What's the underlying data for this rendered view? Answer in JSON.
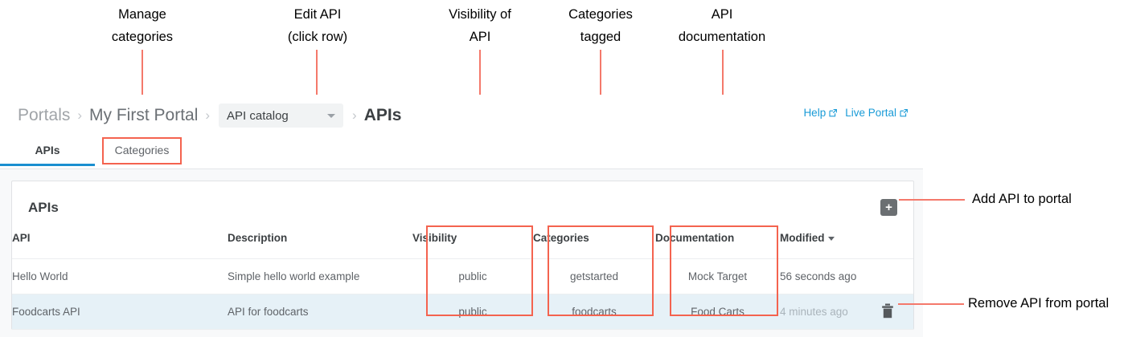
{
  "annotations": {
    "top": [
      {
        "id": "manage-categories",
        "text": "Manage\ncategories"
      },
      {
        "id": "edit-api",
        "text": "Edit API\n(click row)"
      },
      {
        "id": "visibility-of-api",
        "text": "Visibility of\nAPI"
      },
      {
        "id": "categories-tagged",
        "text": "Categories\ntagged"
      },
      {
        "id": "api-documentation",
        "text": "API\ndocumentation"
      }
    ],
    "right": [
      {
        "id": "add-api-to-portal",
        "text": "Add API to portal"
      },
      {
        "id": "remove-api-from-portal",
        "text": "Remove API from portal"
      }
    ],
    "accent_color": "#f4634f",
    "line_color": "#f4796b"
  },
  "breadcrumb": {
    "items": [
      {
        "label": "Portals",
        "style": "muted"
      },
      {
        "label": "My First Portal",
        "style": "strong"
      },
      {
        "label": "APIs",
        "style": "current"
      }
    ],
    "separator": "›",
    "select": {
      "value": "API catalog",
      "caret": "chevron-down-icon"
    }
  },
  "toplinks": [
    {
      "label": "Help",
      "icon": "external-link-icon"
    },
    {
      "label": "Live Portal",
      "icon": "external-link-icon"
    }
  ],
  "tabs": [
    {
      "label": "APIs",
      "active": true
    },
    {
      "label": "Categories",
      "active": false
    }
  ],
  "card": {
    "title": "APIs",
    "add_button": {
      "icon": "plus-icon",
      "label": "+"
    },
    "columns": [
      {
        "key": "api",
        "label": "API"
      },
      {
        "key": "description",
        "label": "Description"
      },
      {
        "key": "visibility",
        "label": "Visibility"
      },
      {
        "key": "categories",
        "label": "Categories"
      },
      {
        "key": "documentation",
        "label": "Documentation"
      },
      {
        "key": "modified",
        "label": "Modified",
        "sorted": true,
        "sort_icon": "caret-down-icon"
      }
    ],
    "rows": [
      {
        "api": "Hello World",
        "description": "Simple hello world example",
        "visibility": "public",
        "categories": "getstarted",
        "documentation": "Mock Target",
        "modified": "56 seconds ago",
        "highlighted": false,
        "delete_icon": false
      },
      {
        "api": "Foodcarts API",
        "description": "API for foodcarts",
        "visibility": "public",
        "categories": "foodcarts",
        "documentation": "Food Carts",
        "modified": "4 minutes ago",
        "highlighted": true,
        "delete_icon": "trash-icon"
      }
    ]
  },
  "colors": {
    "tab_underline": "#1a8fd0",
    "link": "#1a9bd7",
    "row_highlight": "#e6f1f7",
    "page_bg": "#f8f9fa",
    "add_button_bg": "#6b6f72"
  }
}
